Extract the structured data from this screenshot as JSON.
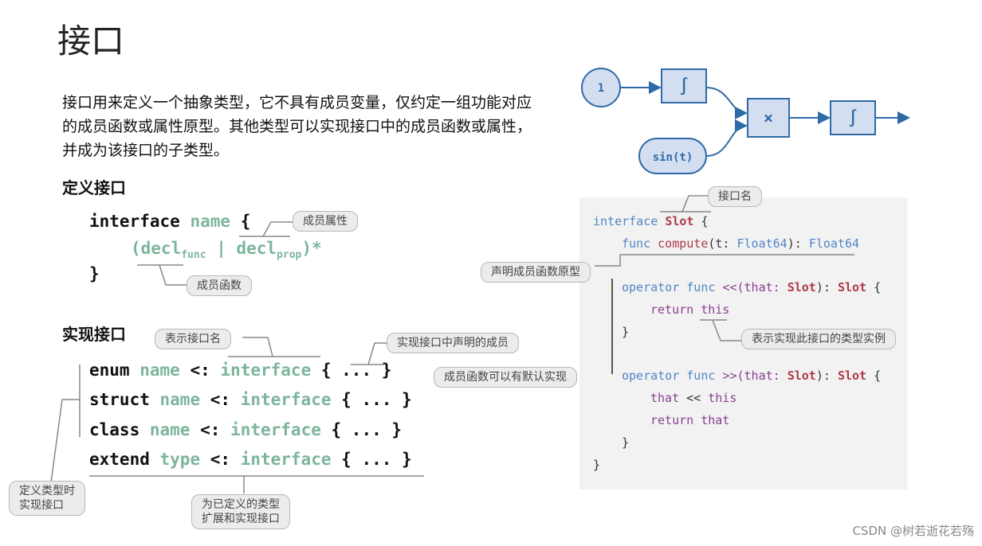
{
  "title": "接口",
  "intro": "接口用来定义一个抽象类型，它不具有成员变量，仅约定一组功能对应的成员函数或属性原型。其他类型可以实现接口中的成员函数或属性，并成为该接口的子类型。",
  "define": {
    "heading": "定义接口",
    "line1_kw": "interface",
    "line1_name": "name",
    "line1_brace": "{",
    "decl_open": "(decl",
    "decl_func_sub": "func",
    "decl_sep": "|",
    "decl2": "decl",
    "decl_prop_sub": "prop",
    "decl_close": ")*",
    "close_brace": "}",
    "callout_prop": "成员属性",
    "callout_func": "成员函数"
  },
  "implement": {
    "heading": "实现接口",
    "callout_name": "表示接口名",
    "callout_members": "实现接口中声明的成员",
    "callout_define_time": "定义类型时\n实现接口",
    "callout_extend": "为已定义的类型\n扩展和实现接口",
    "lines": [
      {
        "kw": "enum",
        "name": "name",
        "op": "<:",
        "iface": "interface",
        "body": "{ ... }"
      },
      {
        "kw": "struct",
        "name": "name",
        "op": "<:",
        "iface": "interface",
        "body": "{ ... }"
      },
      {
        "kw": "class",
        "name": "name",
        "op": "<:",
        "iface": "interface",
        "body": "{ ... }"
      },
      {
        "kw": "extend",
        "name": "type",
        "op": "<:",
        "iface": "interface",
        "body": "{ ... }"
      }
    ]
  },
  "diagram": {
    "input1": "1",
    "input2": "sin(t)",
    "integral": "∫",
    "multiply": "×"
  },
  "panel": {
    "callout_iface_name": "接口名",
    "callout_decl": "声明成员函数原型",
    "callout_this": "表示实现此接口的类型实例",
    "callout_default": "成员函数可以有默认实现",
    "l1_kw": "interface",
    "l1_name": "Slot",
    "l1_brace": "{",
    "l2_func": "func",
    "l2_name": "compute",
    "l2_open": "(t:",
    "l2_type": "Float64",
    "l2_close": "):",
    "l2_ret": "Float64",
    "l3_op": "operator",
    "l3_func": "func",
    "l3_sym": "<<(that:",
    "l3_slot": "Slot",
    "l3_mid": "):",
    "l3_ret": "Slot",
    "l3_brace": "{",
    "l4_ret": "return",
    "l4_this": "this",
    "l5": "}",
    "l6_op": "operator",
    "l6_func": "func",
    "l6_sym": ">>(that:",
    "l6_slot": "Slot",
    "l6_mid": "):",
    "l6_ret": "Slot",
    "l6_brace": "{",
    "l7_that": "that",
    "l7_op": "<<",
    "l7_this": "this",
    "l8_ret": "return",
    "l8_that": "that",
    "l9": "}",
    "l10": "}"
  },
  "watermark": "CSDN @树若逝花若殇",
  "colors": {
    "accent_green": "#7db59c",
    "diagram_blue": "#2f6aa8",
    "diagram_fill": "#d3dff0"
  }
}
